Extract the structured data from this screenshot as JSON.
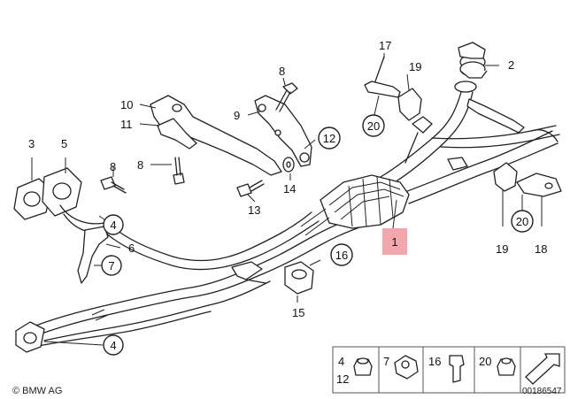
{
  "diagram": {
    "callouts": {
      "c1": "1",
      "c2": "2",
      "c3": "3",
      "c4a": "4",
      "c4b": "4",
      "c5": "5",
      "c6": "6",
      "c7": "7",
      "c8a": "8",
      "c8b": "8",
      "c9": "9",
      "c10": "10",
      "c11": "11",
      "c12": "12",
      "c13": "13",
      "c14": "14",
      "c15": "15",
      "c16": "16",
      "c17": "17",
      "c18": "18",
      "c19a": "19",
      "c19b": "19",
      "c20a": "20",
      "c20b": "20"
    },
    "highlight_color": "#f4a6ad"
  },
  "legend": {
    "items": [
      "4",
      "12",
      "7",
      "16",
      "20"
    ]
  },
  "footer": {
    "copyright": "© BMW AG",
    "image_number": "00186547"
  }
}
